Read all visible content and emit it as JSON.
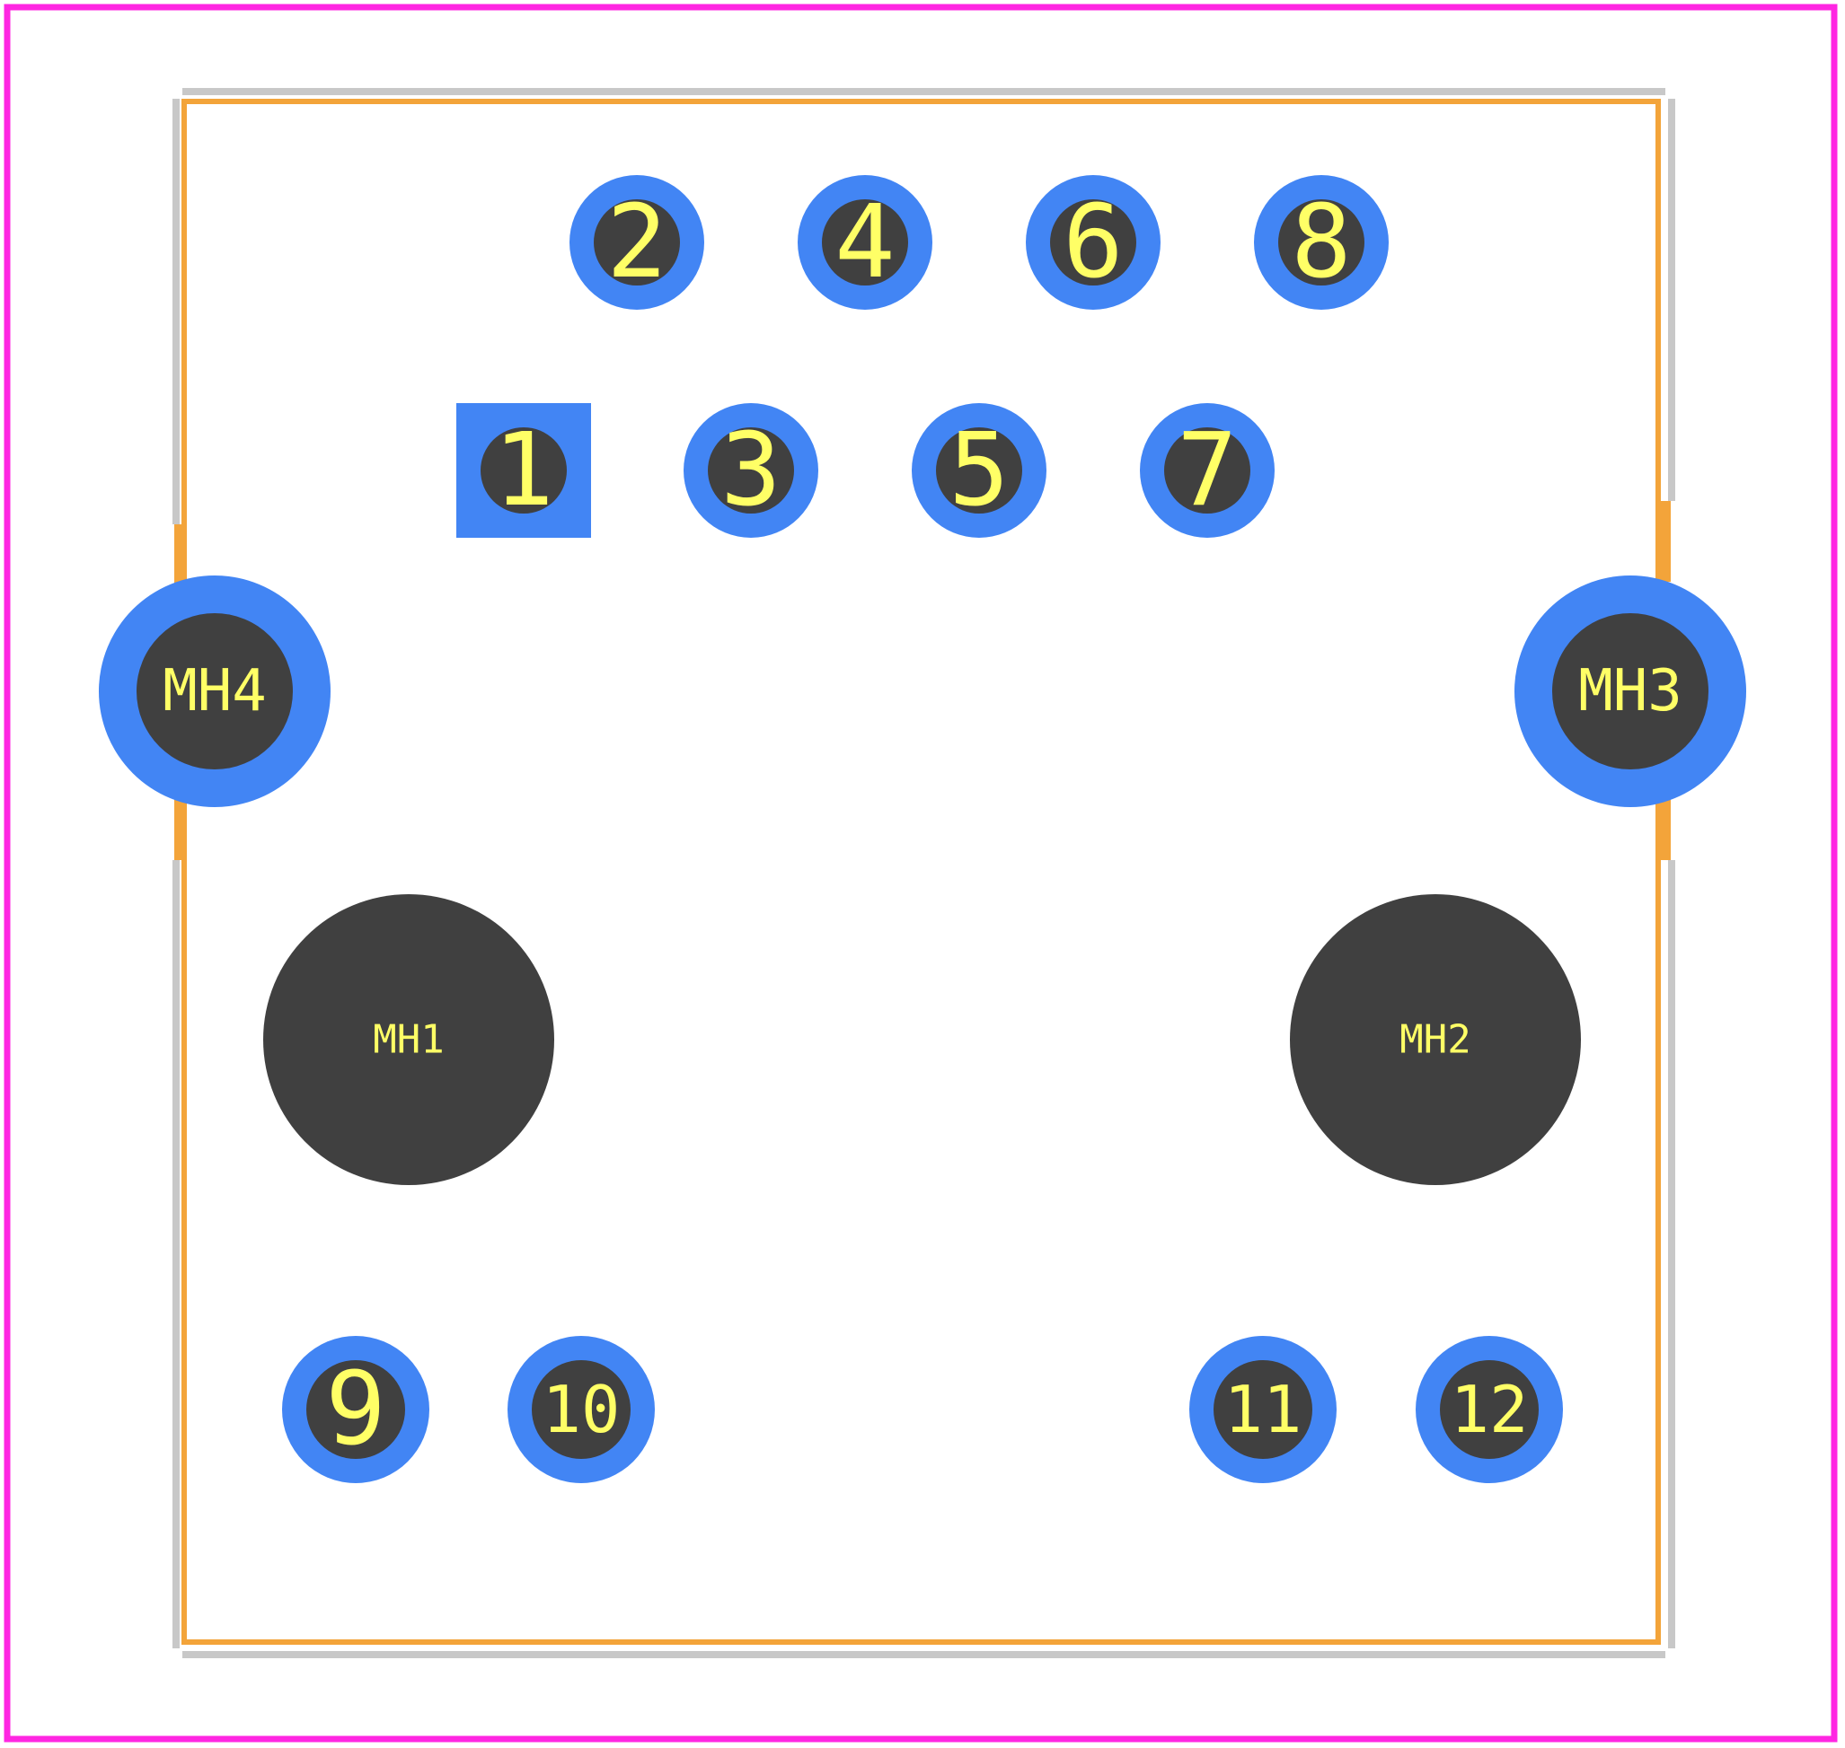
{
  "colors": {
    "background": "#ffffff",
    "boundary": "#ff26e2",
    "silkscreen": "#f3a43a",
    "silkscreen_shadow": "#c8c8c8",
    "pad": "#4285f4",
    "drill": "#404040",
    "label": "#ffff66"
  },
  "pads": [
    {
      "label": "1",
      "shape": "square"
    },
    {
      "label": "2",
      "shape": "round"
    },
    {
      "label": "3",
      "shape": "round"
    },
    {
      "label": "4",
      "shape": "round"
    },
    {
      "label": "5",
      "shape": "round"
    },
    {
      "label": "6",
      "shape": "round"
    },
    {
      "label": "7",
      "shape": "round"
    },
    {
      "label": "8",
      "shape": "round"
    },
    {
      "label": "9",
      "shape": "round"
    },
    {
      "label": "10",
      "shape": "round"
    },
    {
      "label": "11",
      "shape": "round"
    },
    {
      "label": "12",
      "shape": "round"
    }
  ],
  "mounting_holes": [
    {
      "label": "MH1",
      "plated": false
    },
    {
      "label": "MH2",
      "plated": false
    },
    {
      "label": "MH3",
      "plated": true
    },
    {
      "label": "MH4",
      "plated": true
    }
  ]
}
